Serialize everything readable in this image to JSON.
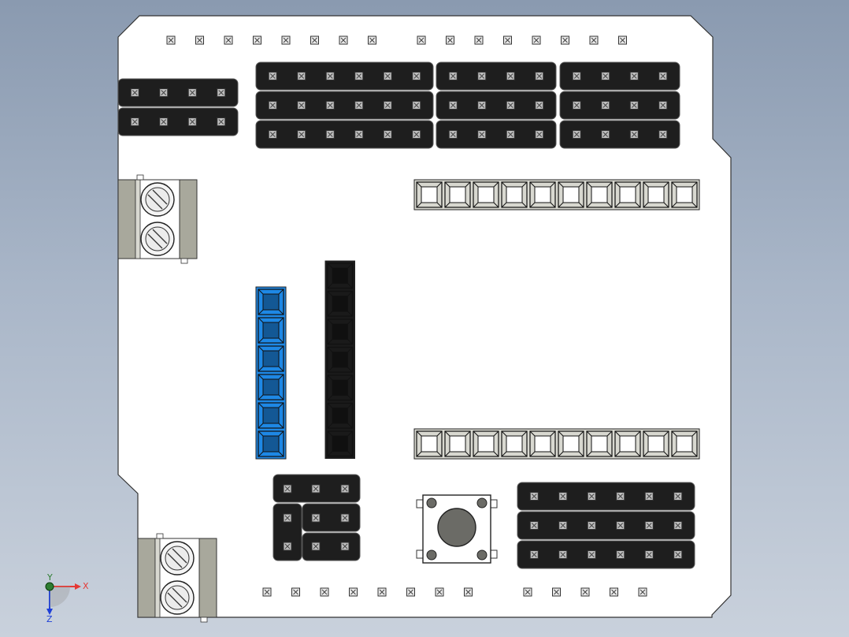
{
  "view": {
    "background_top": "#8a9ab0",
    "background_bottom": "#c9d1dc",
    "board_color": "#ffffff",
    "header_color": "#1e1e1e",
    "socket_blue": "#1e88e5",
    "socket_black": "#1a1a1a",
    "socket_gray": "#d8d8d0"
  },
  "triad": {
    "x_label": "X",
    "y_label": "Y",
    "z_label": "Z",
    "x_color": "#e53935",
    "y_color": "#2e7d32",
    "z_color": "#1e3fd8"
  },
  "components": {
    "top_pin_row_left": {
      "pins": 8
    },
    "top_pin_row_right": {
      "pins": 8
    },
    "bottom_pin_row_left": {
      "pins": 8
    },
    "bottom_pin_row_right": {
      "pins": 5
    },
    "header_2x4": {
      "rows": 2,
      "cols": 4
    },
    "header_3x6": {
      "rows": 3,
      "cols": 6
    },
    "header_3x4_a": {
      "rows": 3,
      "cols": 4
    },
    "header_3x4_b": {
      "rows": 3,
      "cols": 4
    },
    "header_3x6_bottom": {
      "rows": 3,
      "cols": 6
    },
    "upper_female_header": {
      "pins": 10
    },
    "lower_female_header": {
      "pins": 10
    },
    "blue_socket": {
      "pins": 6
    },
    "black_socket": {
      "pins": 7
    },
    "terminal_block_top": {
      "screws": 2
    },
    "terminal_block_bottom": {
      "screws": 2
    },
    "push_button": {
      "legs": 4
    }
  }
}
